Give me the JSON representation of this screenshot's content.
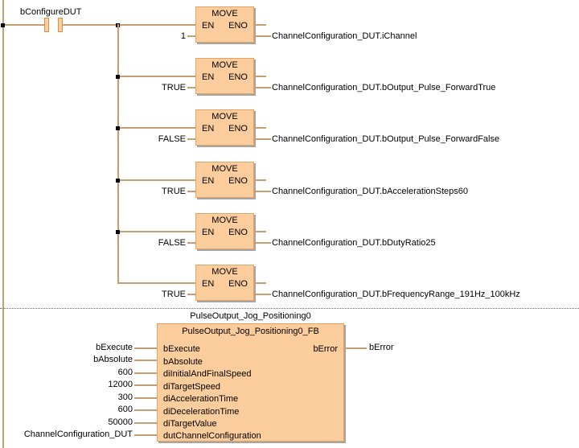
{
  "colors": {
    "background": "#ffffff",
    "block_fill": "#fbcd9d",
    "block_border": "#e2a464",
    "contact_border": "#d98f44",
    "wire": "#c79d72",
    "shadow": "#a5a5a5",
    "text": "#000000",
    "separator": "#6b6b6b"
  },
  "network1": {
    "contact": {
      "label": "bConfigureDUT"
    },
    "move_blocks": [
      {
        "title": "MOVE",
        "en": "EN",
        "eno": "ENO",
        "input": "1",
        "output": "ChannelConfiguration_DUT.iChannel"
      },
      {
        "title": "MOVE",
        "en": "EN",
        "eno": "ENO",
        "input": "TRUE",
        "output": "ChannelConfiguration_DUT.bOutput_Pulse_ForwardTrue"
      },
      {
        "title": "MOVE",
        "en": "EN",
        "eno": "ENO",
        "input": "FALSE",
        "output": "ChannelConfiguration_DUT.bOutput_Pulse_ForwardFalse"
      },
      {
        "title": "MOVE",
        "en": "EN",
        "eno": "ENO",
        "input": "TRUE",
        "output": "ChannelConfiguration_DUT.bAccelerationSteps60"
      },
      {
        "title": "MOVE",
        "en": "EN",
        "eno": "ENO",
        "input": "FALSE",
        "output": "ChannelConfiguration_DUT.bDutyRatio25"
      },
      {
        "title": "MOVE",
        "en": "EN",
        "eno": "ENO",
        "input": "TRUE",
        "output": "ChannelConfiguration_DUT.bFrequencyRange_191Hz_100kHz"
      }
    ]
  },
  "network2": {
    "instance_name": "PulseOutput_Jog_Positioning0",
    "type_name": "PulseOutput_Jog_Positioning0_FB",
    "inputs": [
      {
        "pin": "bExecute",
        "value": "bExecute"
      },
      {
        "pin": "bAbsolute",
        "value": "bAbsolute"
      },
      {
        "pin": "diInitialAndFinalSpeed",
        "value": "600"
      },
      {
        "pin": "diTargetSpeed",
        "value": "12000"
      },
      {
        "pin": "diAccelerationTime",
        "value": "300"
      },
      {
        "pin": "diDecelerationTime",
        "value": "600"
      },
      {
        "pin": "diTargetValue",
        "value": "50000"
      },
      {
        "pin": "dutChannelConfiguration",
        "value": "ChannelConfiguration_DUT"
      }
    ],
    "outputs": [
      {
        "pin": "bError",
        "value": "bError"
      }
    ]
  }
}
